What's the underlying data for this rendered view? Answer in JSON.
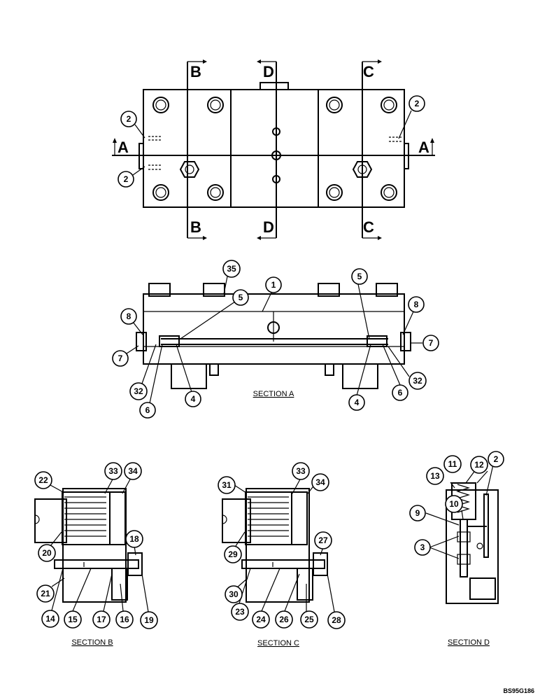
{
  "sections": {
    "a_label": "SECTION A",
    "b_label": "SECTION B",
    "c_label": "SECTION C",
    "d_label": "SECTION D"
  },
  "cut_marks": {
    "a": "A",
    "b": "B",
    "c": "C",
    "d": "D"
  },
  "drawing_number": "BS95G186",
  "callouts": {
    "top_view": [
      "2",
      "2",
      "2"
    ],
    "section_a": [
      "35",
      "1",
      "5",
      "5",
      "8",
      "8",
      "7",
      "7",
      "32",
      "32",
      "6",
      "6",
      "4",
      "4"
    ],
    "section_b": [
      "22",
      "33",
      "34",
      "20",
      "18",
      "21",
      "14",
      "15",
      "17",
      "16",
      "19"
    ],
    "section_c": [
      "31",
      "33",
      "34",
      "29",
      "27",
      "30",
      "23",
      "24",
      "26",
      "25",
      "28"
    ],
    "section_d": [
      "11",
      "12",
      "13",
      "2",
      "10",
      "9",
      "3"
    ]
  }
}
